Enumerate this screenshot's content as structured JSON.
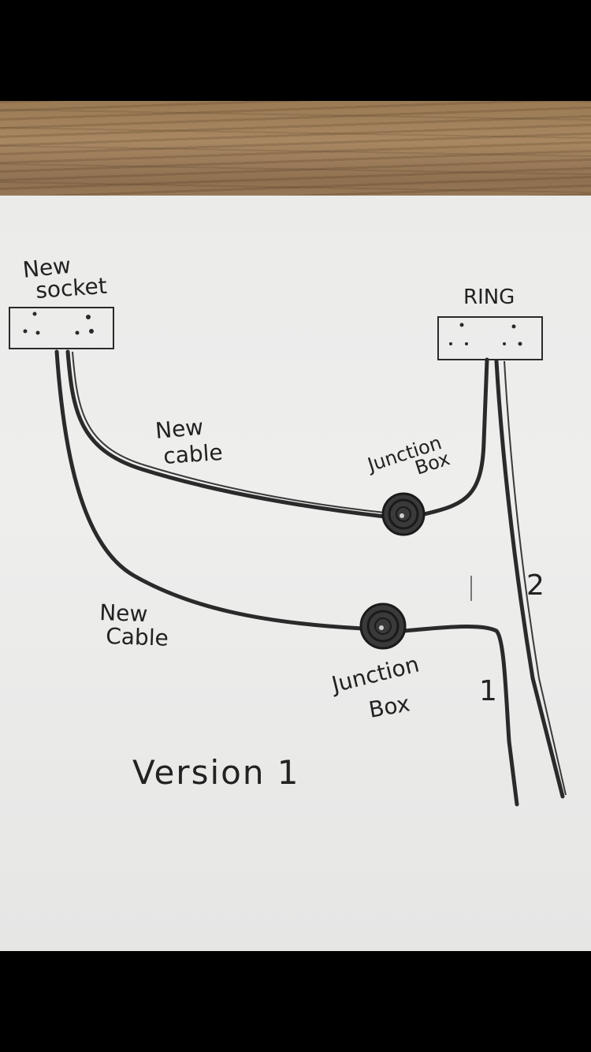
{
  "diagram": {
    "new_socket": {
      "label_line1": "New",
      "label_line2": "socket"
    },
    "ring": {
      "label": "RING"
    },
    "upper_cable": {
      "label_line1": "New",
      "label_line2": "cable"
    },
    "lower_cable": {
      "label_line1": "New",
      "label_line2": "Cable"
    },
    "upper_junction": {
      "label_line1": "Junction",
      "label_line2": "Box"
    },
    "lower_junction": {
      "label_line1": "Junction",
      "label_line2": "Box"
    },
    "ring_cable_1": {
      "label": "1"
    },
    "ring_cable_2": {
      "label": "2"
    },
    "caption": "Version 1"
  },
  "colors": {
    "ink": "#222222",
    "paper": "#ebebea",
    "wood": "#a2825d"
  }
}
